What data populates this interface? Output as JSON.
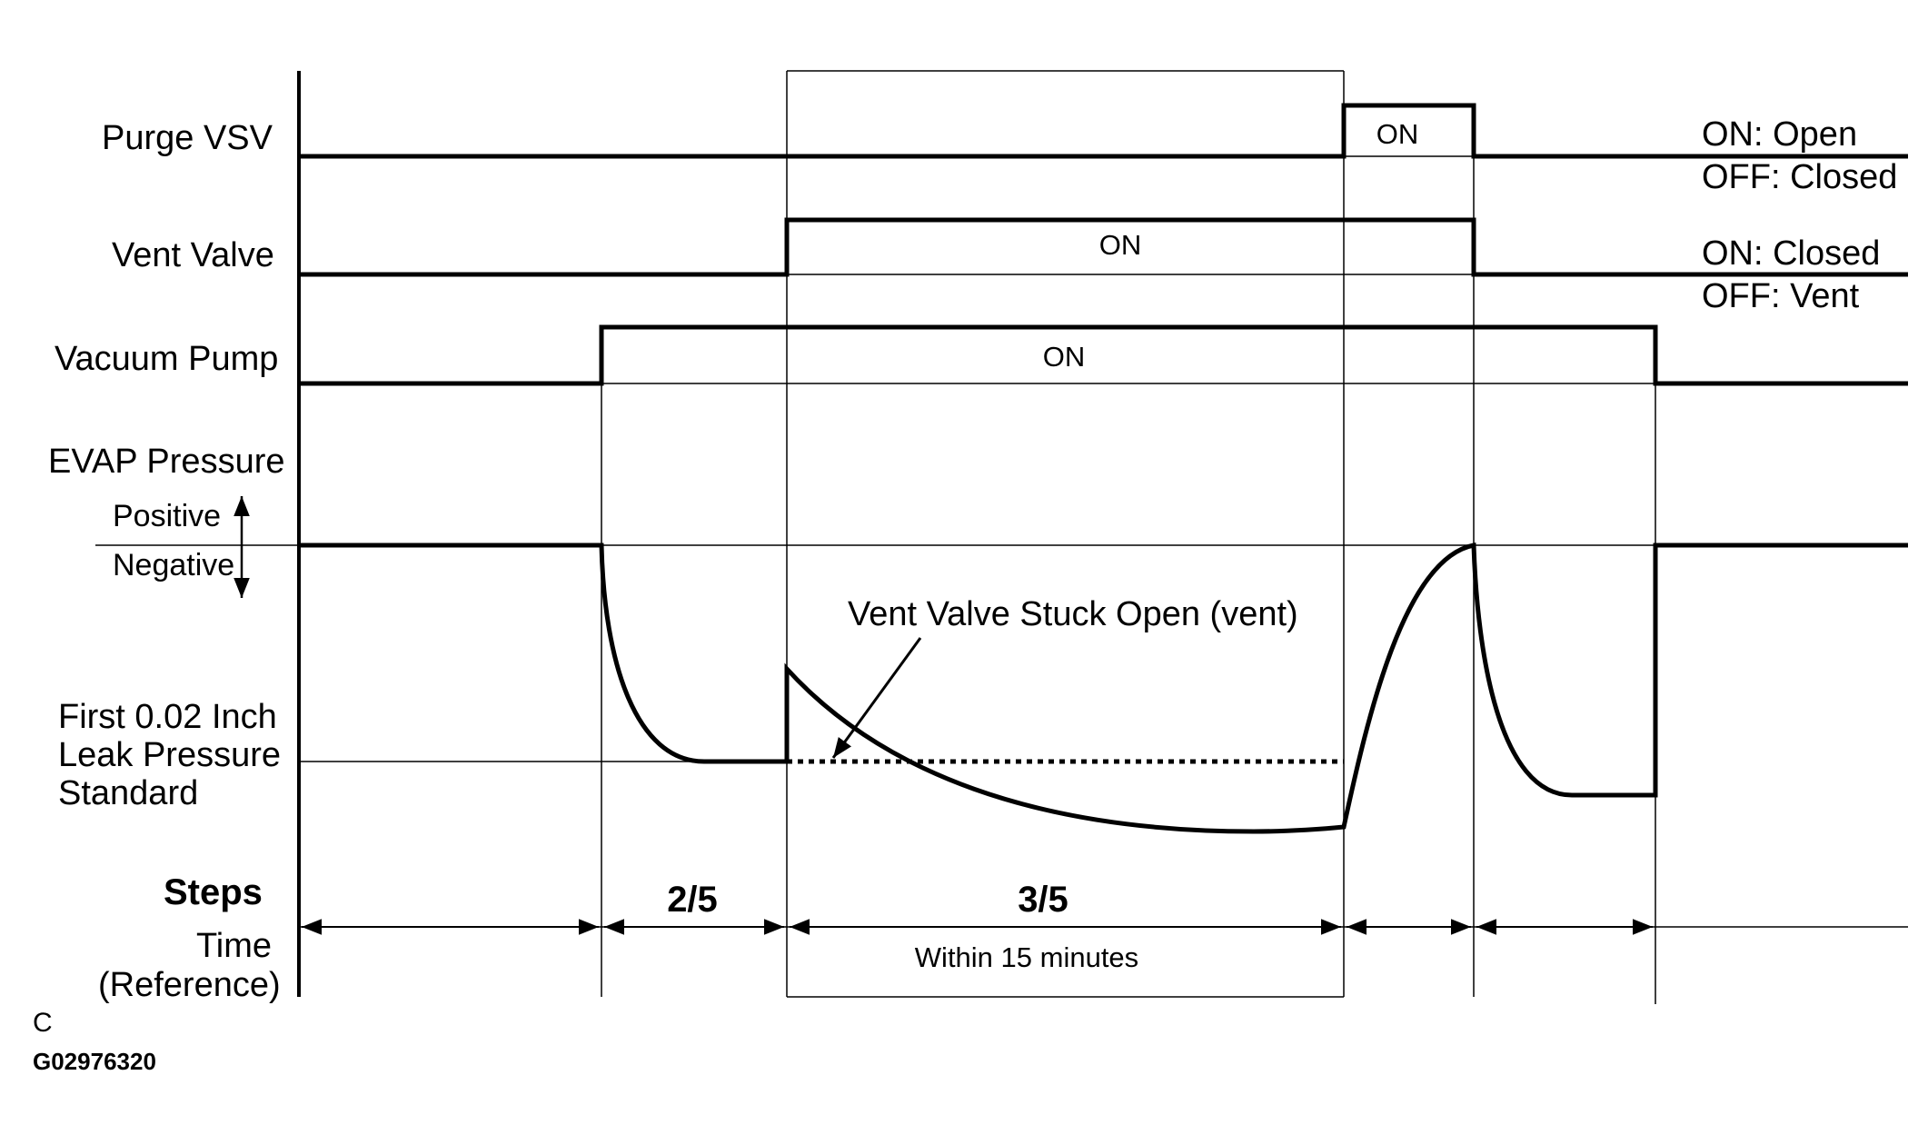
{
  "signals": {
    "purge_vsv": {
      "label": "Purge VSV",
      "state": "ON",
      "legend_on": "ON: Open",
      "legend_off": "OFF: Closed"
    },
    "vent_valve": {
      "label": "Vent Valve",
      "state": "ON",
      "legend_on": "ON: Closed",
      "legend_off": "OFF: Vent"
    },
    "vacuum_pump": {
      "label": "Vacuum Pump",
      "state": "ON"
    }
  },
  "evap": {
    "label": "EVAP Pressure",
    "positive": "Positive",
    "negative": "Negative",
    "standard_line1": "First 0.02 Inch",
    "standard_line2": "Leak Pressure",
    "standard_line3": "Standard",
    "annotation": "Vent Valve Stuck Open (vent)"
  },
  "steps": {
    "label": "Steps",
    "step_2": "2/5",
    "step_3": "3/5"
  },
  "time": {
    "label_line1": "Time",
    "label_line2": "(Reference)",
    "within": "Within 15 minutes"
  },
  "footer": {
    "letter": "C",
    "code": "G02976320"
  }
}
